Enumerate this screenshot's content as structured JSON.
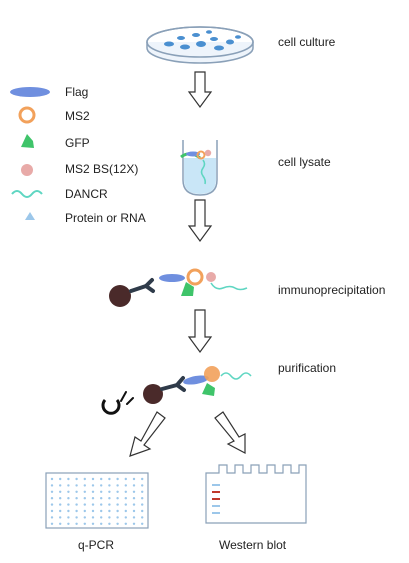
{
  "steps": {
    "culture": "cell culture",
    "lysate": "cell lysate",
    "ip": "immunoprecipitation",
    "purification": "purification"
  },
  "legend": {
    "flag": "Flag",
    "ms2": "MS2",
    "gfp": "GFP",
    "ms2bs": "MS2 BS(12X)",
    "dancr": "DANCR",
    "protein_rna": "Protein or RNA"
  },
  "outputs": {
    "qpcr": "q-PCR",
    "western": "Western blot"
  },
  "colors": {
    "flag": "#6f8fdf",
    "ms2": "#f2a15b",
    "gfp": "#3fc46a",
    "ms2bs": "#e8aaa8",
    "dancr": "#5fd6c2",
    "protein": "#9cc7ea",
    "antibody": "#2f3b4a",
    "bead": "#4a2a2a",
    "dish": "#4a8fd0",
    "lysate": "#c9e6f7",
    "gel_red": "#c0392b"
  }
}
